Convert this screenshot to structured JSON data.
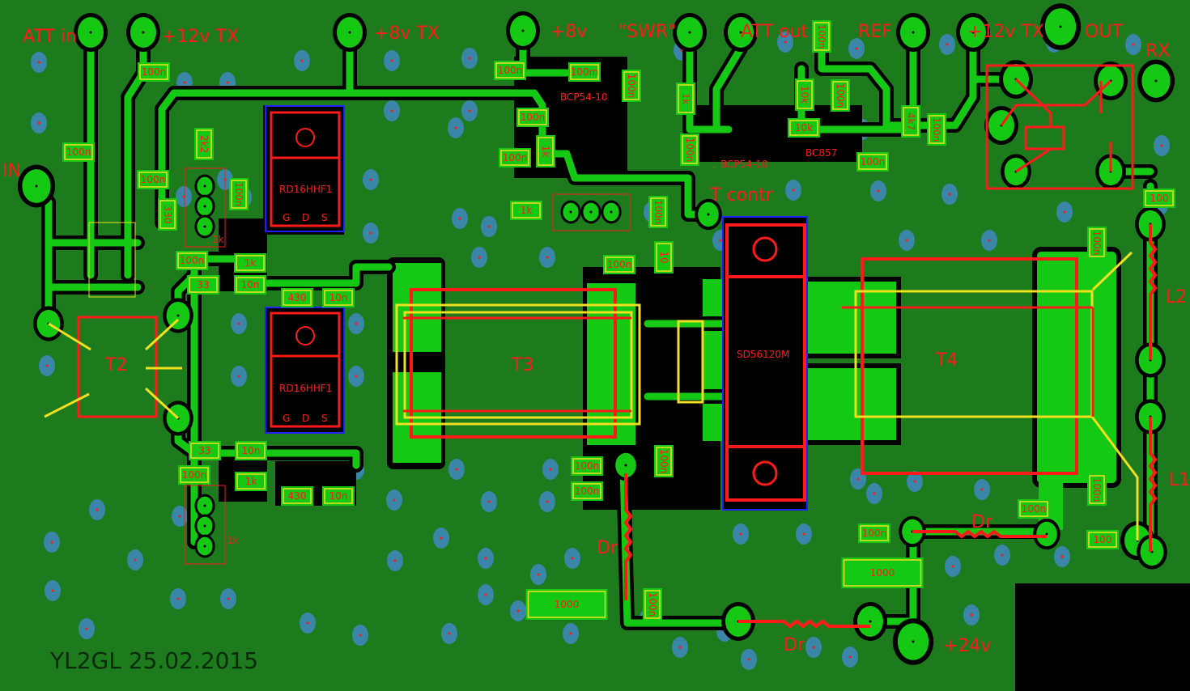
{
  "board": {
    "colors": {
      "substrate": "#1d7a1d",
      "copper": "#14c814",
      "silk": "#ff1a1a",
      "outline": "#f0e020",
      "via": "#3a86a8"
    },
    "signature": "YL2GL   25.02.2015"
  },
  "connectors": {
    "att_in": "ATT in",
    "v12_tx_left": "+12v TX",
    "v8_tx": "+8v TX",
    "v8": "+8v",
    "swr": "\"SWR\"",
    "att_out": "ATT out",
    "ref": "REF",
    "v12_tx_right": "+12v TX",
    "out": "OUT",
    "rx": "RX",
    "in": "IN",
    "t_contr": "T contr",
    "v24": "+24v"
  },
  "parts": {
    "t2": "T2",
    "t3": "T3",
    "t4": "T4",
    "l1": "L1",
    "l2": "L2",
    "dr1": "Dr",
    "dr2": "Dr",
    "dr3": "Dr",
    "bcp54_a": "BCP54-10",
    "bcp54_b": "BCP54-10",
    "bc857": "BC857",
    "sd56120m": "SD56120M",
    "rd16_top": {
      "name": "RD16HHF1",
      "g": "G",
      "d": "D",
      "s": "S"
    },
    "rd16_bottom": {
      "name": "RD16HHF1",
      "g": "G",
      "d": "D",
      "s": "S"
    },
    "trimmer_top": "1k",
    "trimmer_bottom": "1k"
  },
  "components": [
    "100n",
    "100n",
    "100n",
    "2k2",
    "100n",
    "330",
    "100n",
    "100m",
    "100n",
    "1k",
    "100n",
    "1k",
    "100n",
    "1k",
    "100n",
    "100n",
    "10k",
    "100n",
    "10k",
    "4k7",
    "100n",
    "100n",
    "100n",
    "1k",
    "33",
    "10n",
    "430",
    "10n",
    "33",
    "10n",
    "1k",
    "100n",
    "430",
    "10n",
    "100n",
    "100n",
    "100n",
    "100n",
    "100n",
    "10",
    "100n",
    "100n",
    "100n",
    "100n",
    "100",
    "100",
    "100n",
    "1000",
    "1000"
  ]
}
